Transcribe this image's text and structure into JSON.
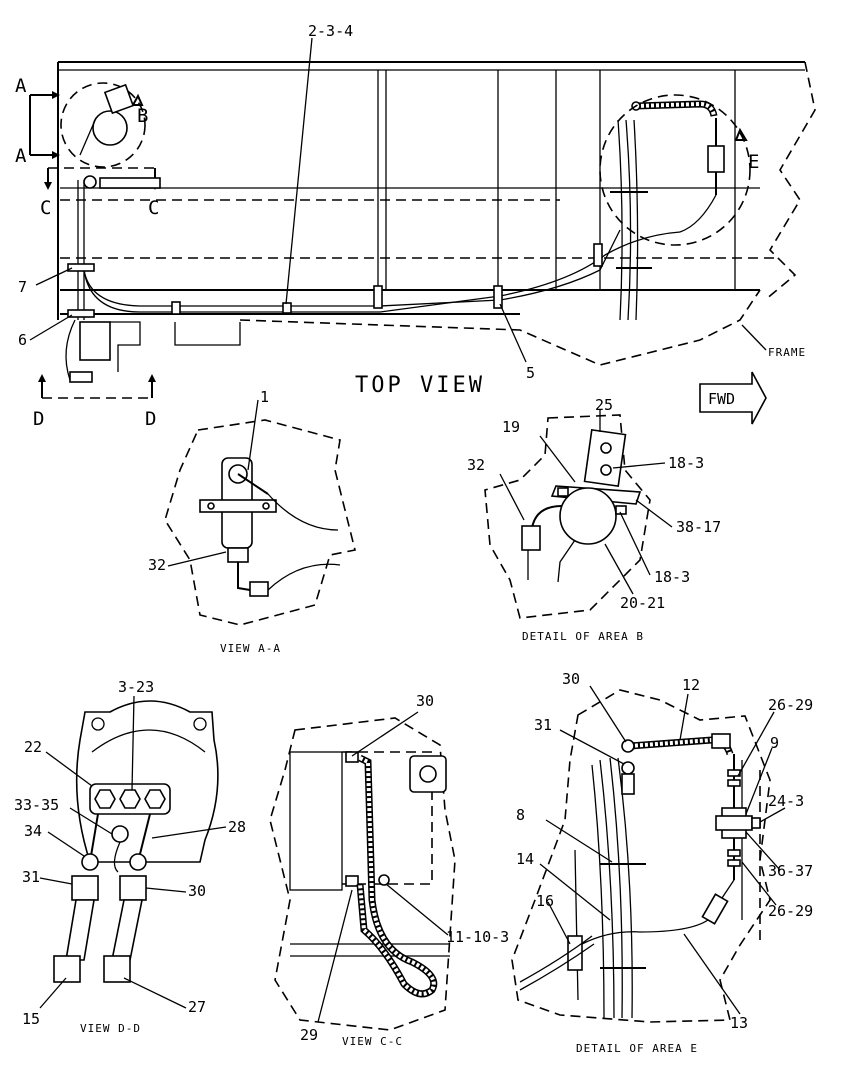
{
  "labels": {
    "top_2_3_4": "2-3-4",
    "top_7": "7",
    "top_6": "6",
    "top_5": "5",
    "top_frame": "FRAME",
    "top_fwd": "FWD",
    "top_view_title": "TOP VIEW",
    "sec_a1": "A",
    "sec_a2": "A",
    "sec_b": "B",
    "sec_c1": "C",
    "sec_c2": "C",
    "sec_d1": "D",
    "sec_d2": "D",
    "sec_e": "E",
    "va_1": "1",
    "va_32": "32",
    "va_caption": "VIEW A-A",
    "db_25": "25",
    "db_19": "19",
    "db_32": "32",
    "db_18_3a": "18-3",
    "db_38_17": "38-17",
    "db_18_3b": "18-3",
    "db_20_21": "20-21",
    "db_caption": "DETAIL OF AREA B",
    "vd_3_23": "3-23",
    "vd_22": "22",
    "vd_33_35": "33-35",
    "vd_34": "34",
    "vd_28": "28",
    "vd_31": "31",
    "vd_30": "30",
    "vd_15": "15",
    "vd_27": "27",
    "vd_caption": "VIEW D-D",
    "vc_30": "30",
    "vc_11_10_3": "11-10-3",
    "vc_29": "29",
    "vc_caption": "VIEW C-C",
    "de_30": "30",
    "de_12": "12",
    "de_31": "31",
    "de_26_29a": "26-29",
    "de_9": "9",
    "de_24_3": "24-3",
    "de_8": "8",
    "de_36_37": "36-37",
    "de_14": "14",
    "de_26_29b": "26-29",
    "de_16": "16",
    "de_13": "13",
    "de_caption": "DETAIL OF AREA E"
  }
}
